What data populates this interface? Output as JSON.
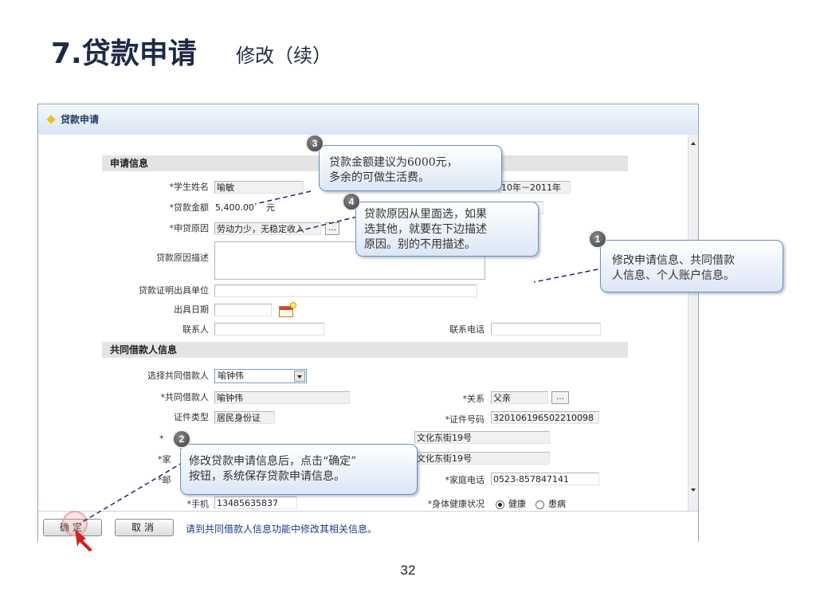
{
  "slide": {
    "title": "7.贷款申请",
    "subtitle": "修改（续）",
    "page_number": "32"
  },
  "window": {
    "title": "贷款申请"
  },
  "application_info": {
    "section_title": "申请信息",
    "student_name_label": "*学生姓名",
    "student_name": "喻敏",
    "school_year": "10年－2011年",
    "loan_amount_label": "*贷款金额",
    "loan_amount": "5,400.00",
    "loan_amount_unit": "元",
    "loan_reason_label": "*申贷原因",
    "loan_reason": "劳动力少，无稳定收入",
    "reason_desc_label": "贷款原因描述",
    "reason_desc": "",
    "issuing_unit_label": "贷款证明出具单位",
    "issuing_unit": "",
    "issue_date_label": "出具日期",
    "issue_date": "",
    "contact_label": "联系人",
    "contact": "",
    "contact_phone_label": "联系电话",
    "contact_phone": ""
  },
  "coborrower_info": {
    "section_title": "共同借款人信息",
    "select_label": "选择共同借款人",
    "selected": "喻钟伟",
    "name_label": "*共同借款人",
    "name": "喻钟伟",
    "relation_label": "*关系",
    "relation": "父亲",
    "id_type_label": "证件类型",
    "id_type": "居民身份证",
    "id_number_label": "*证件号码",
    "id_number": "320106196502210098",
    "row5_label_fragment": "*",
    "address_1": "文化东街19号",
    "row6_label_fragment": "*家",
    "address_2": "文化东街19号",
    "row7_label_fragment": "*邮",
    "home_phone_label": "*家庭电话",
    "home_phone": "0523-857847141",
    "mobile_label": "*手机",
    "mobile": "13485635837",
    "health_label": "*身体健康状况",
    "health_options": [
      "健康",
      "患病"
    ]
  },
  "footer": {
    "confirm_label": "确定",
    "cancel_label": "取消",
    "note": "请到共同借款人信息功能中修改其相关信息。"
  },
  "callouts": [
    {
      "number": "1",
      "lines": [
        "修改申请信息、共同借款",
        "人信息、个人账户信息。"
      ]
    },
    {
      "number": "2",
      "lines": [
        "修改贷款申请信息后，点击“确定”",
        "按钮，系统保存贷款申请信息。"
      ]
    },
    {
      "number": "3",
      "lines": [
        "贷款金额建议为6000元，",
        "多余的可做生活费。"
      ]
    },
    {
      "number": "4",
      "lines": [
        "贷款原因从里面选，如果",
        "选其他，就要在下边描述",
        "原因。别的不用描述。"
      ]
    }
  ],
  "colors": {
    "title": "#1e2a45",
    "callout_border": "#6e8fbf",
    "note_text": "#1a3a8a",
    "cursor": "#d32020"
  }
}
